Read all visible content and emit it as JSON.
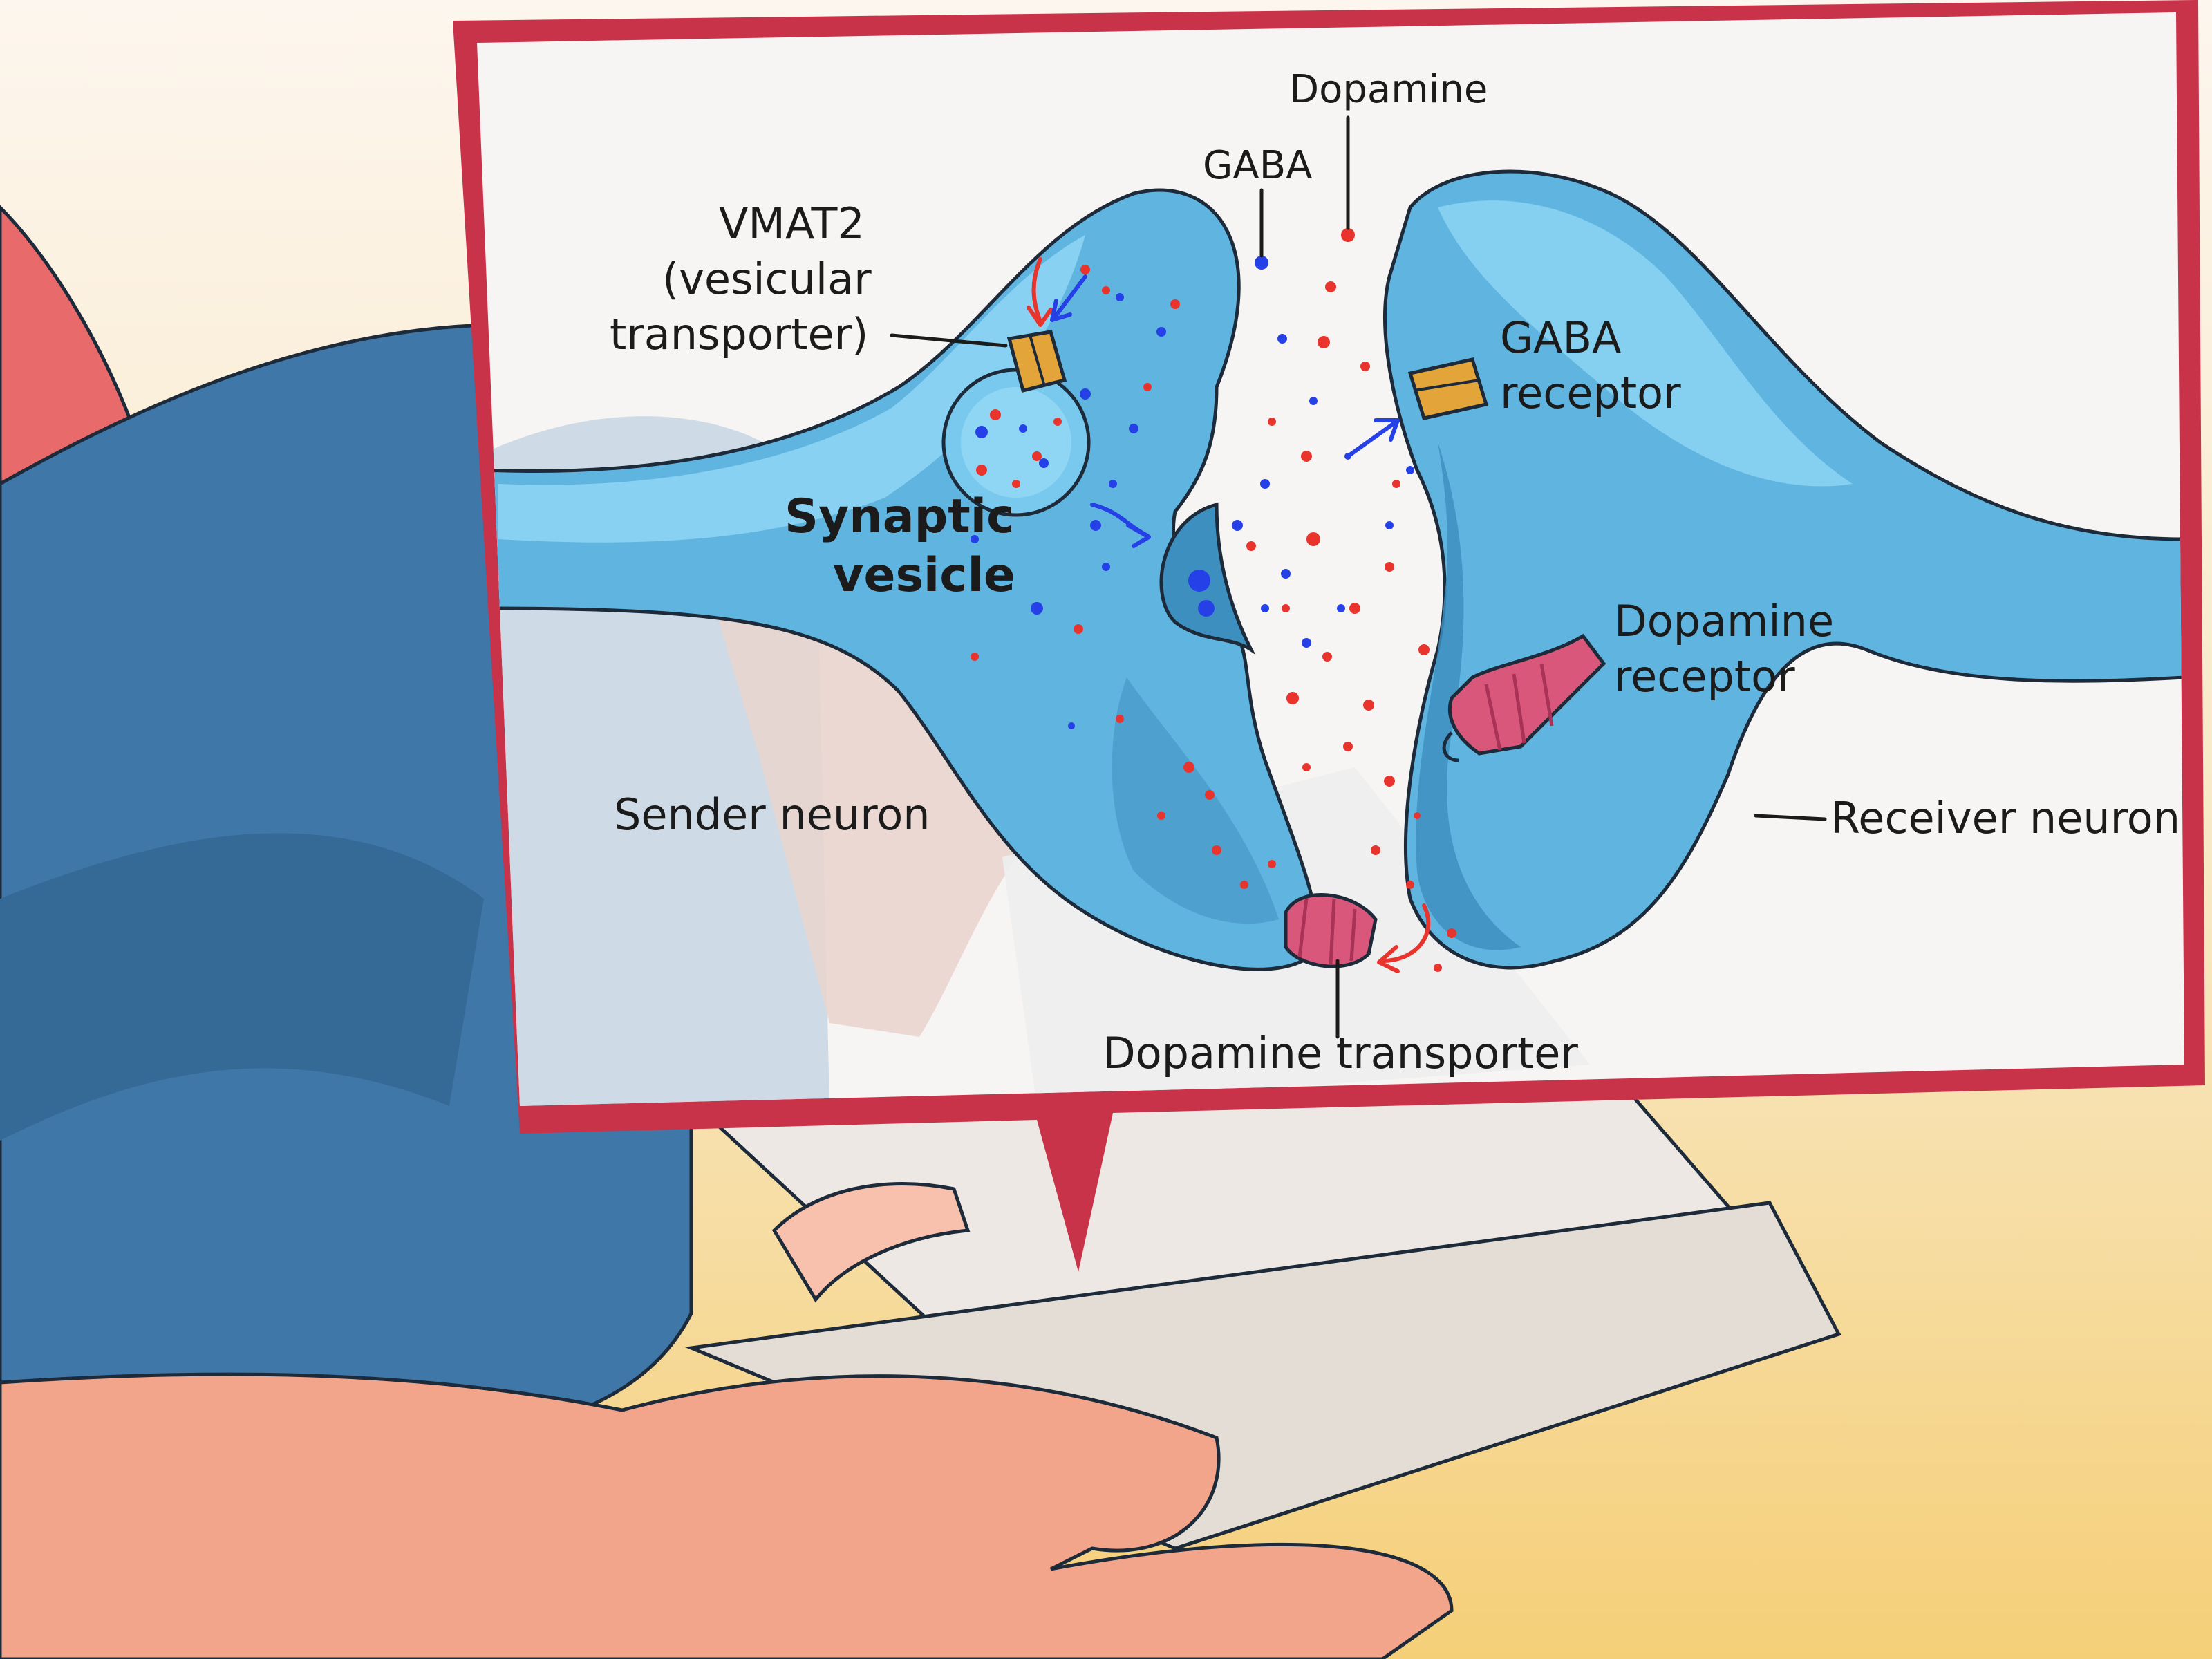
{
  "labels": {
    "dopamine": "Dopamine",
    "gaba": "GABA",
    "vmat2_line1": "VMAT2",
    "vmat2_line2": "(vesicular",
    "vmat2_line3": "transporter)",
    "synaptic_vesicle_line1": "Synaptic",
    "synaptic_vesicle_line2": "vesicle",
    "gaba_receptor_line1": "GABA",
    "gaba_receptor_line2": "receptor",
    "dopamine_receptor_line1": "Dopamine",
    "dopamine_receptor_line2": "receptor",
    "sender_neuron": "Sender neuron",
    "receiver_neuron": "Receiver neuron",
    "dopamine_transporter": "Dopamine transporter"
  },
  "colors": {
    "frame": "#c8334a",
    "neuron": "#5fb5e0",
    "neuron_light": "#8fd6f5",
    "neuron_dark": "#3d8fc0",
    "dopamine_dot": "#e8342c",
    "gaba_dot": "#2540e6",
    "gaba_receptor": "#e3a43a",
    "dopamine_receptor": "#d9577a",
    "background_top": "#fbf2e6",
    "background_bottom": "#f6d27c",
    "sleeve": "#3f78a8",
    "skin": "#f2a58a",
    "book": "#ece7e2"
  },
  "icons": {
    "red_arrow": "red-arrow-icon",
    "blue_arrow": "blue-arrow-icon"
  }
}
